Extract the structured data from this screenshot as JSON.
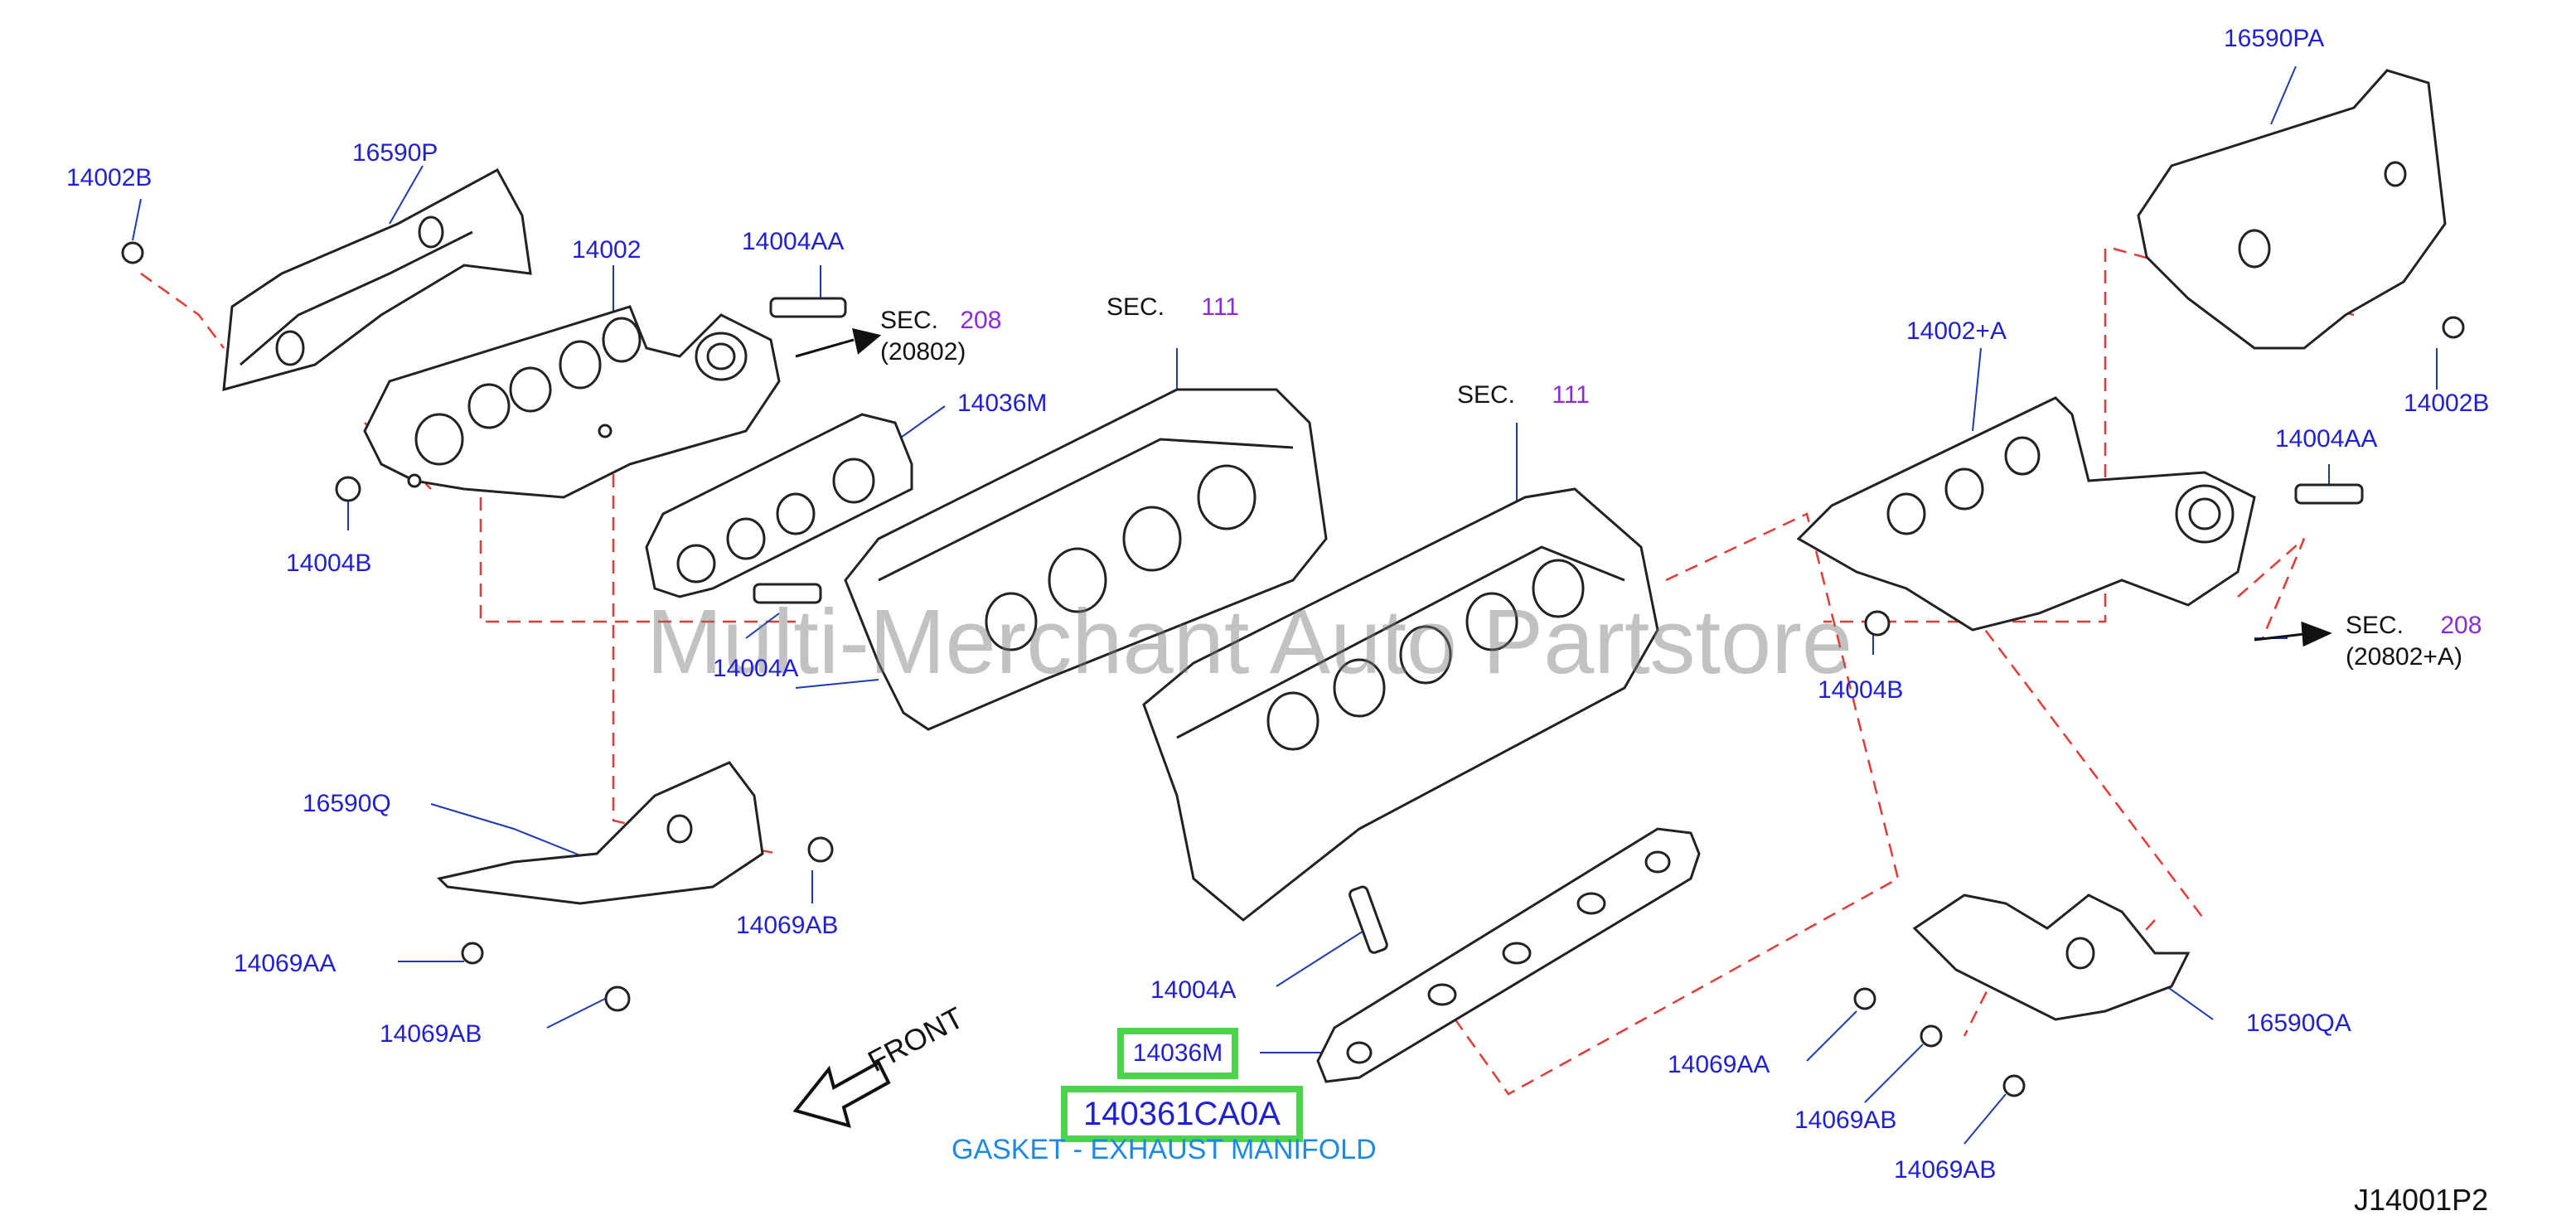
{
  "diagram_id": "J14001P2",
  "watermark": "Multi-Merchant Auto Partstore",
  "front_label": "FRONT",
  "highlight": {
    "part_ref": "14036M",
    "part_number": "140361CA0A",
    "description": "GASKET - EXHAUST MANIFOLD",
    "color": "#4cd44c"
  },
  "sections": {
    "sec_208_left": {
      "prefix": "SEC.",
      "num": "208",
      "sub": "(20802)"
    },
    "sec_111_a": {
      "prefix": "SEC.",
      "num": "111"
    },
    "sec_111_b": {
      "prefix": "SEC.",
      "num": "111"
    },
    "sec_208_right": {
      "prefix": "SEC.",
      "num": "208",
      "sub": "(20802+A)"
    }
  },
  "labels": {
    "l_14002B_a": "14002B",
    "l_16590P": "16590P",
    "l_14002": "14002",
    "l_14004AA_a": "14004AA",
    "l_14036M_a": "14036M",
    "l_14004B_a": "14004B",
    "l_14004A_a": "14004A",
    "l_16590Q": "16590Q",
    "l_14069AB_a": "14069AB",
    "l_14069AA_a": "14069AA",
    "l_14069AB_b": "14069AB",
    "l_14004A_b": "14004A",
    "l_16590PA": "16590PA",
    "l_14002B_b": "14002B",
    "l_14002A": "14002+A",
    "l_14004AA_b": "14004AA",
    "l_14004B_b": "14004B",
    "l_16590QA": "16590QA",
    "l_14069AA_b": "14069AA",
    "l_14069AB_c": "14069AB",
    "l_14069AB_d": "14069AB"
  },
  "colors": {
    "label": "#1f1fd6",
    "section_number": "#8a2be2",
    "dashed_line": "#e53935",
    "description": "#1e88e5"
  }
}
